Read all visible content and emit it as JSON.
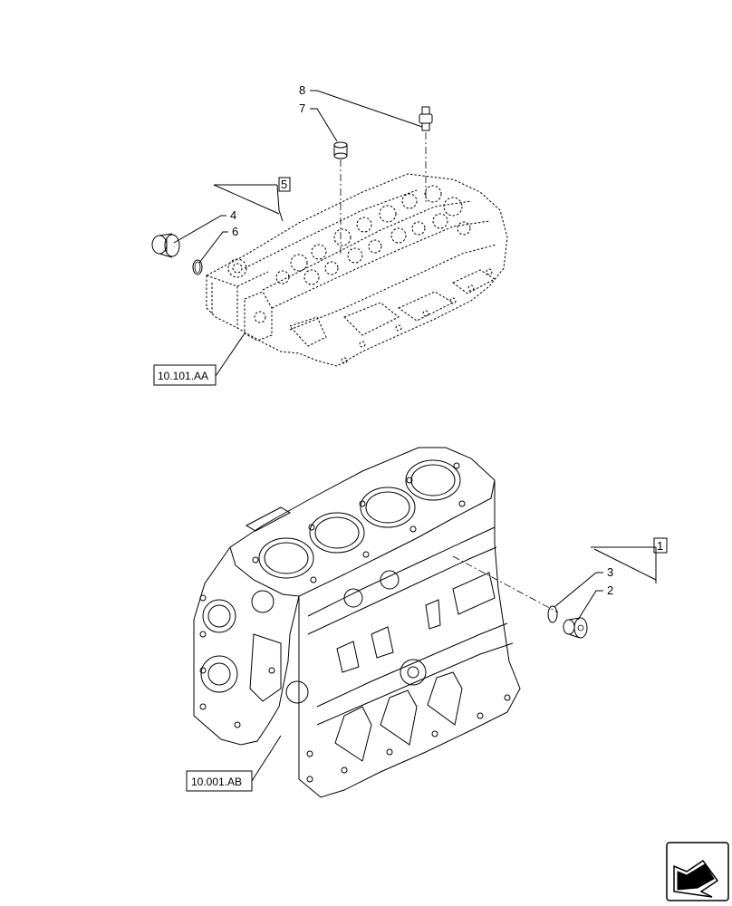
{
  "callouts": {
    "c1": "1",
    "c2": "2",
    "c3": "3",
    "c4": "4",
    "c5": "5",
    "c6": "6",
    "c7": "7",
    "c8": "8"
  },
  "references": {
    "head": "10.101.AA",
    "block": "10.001.AB"
  },
  "icons": {
    "nav": "next-page-arrow-icon"
  }
}
